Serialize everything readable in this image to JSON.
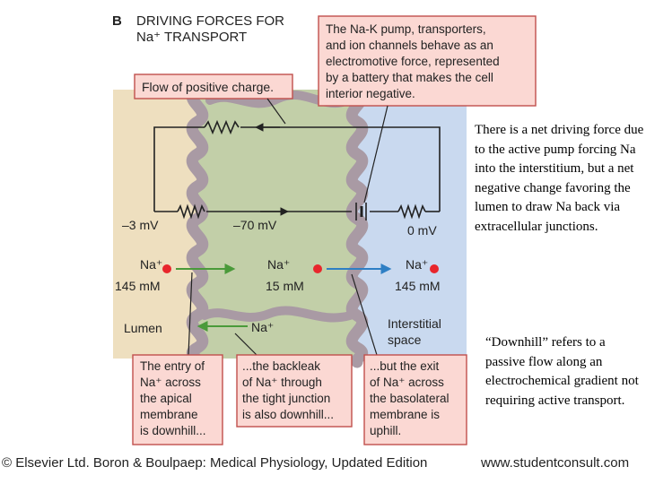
{
  "figure": {
    "panel_letter": "B",
    "title_line1": "DRIVING FORCES FOR",
    "title_line2": "Na⁺ TRANSPORT",
    "callout_battery": [
      "The Na-K pump, transporters,",
      "and ion channels behave as an",
      "electromotive force, represented",
      "by a battery that makes the cell",
      "interior negative."
    ],
    "callout_flow": "Flow of positive charge.",
    "potentials": {
      "lumen": "–3 mV",
      "cell": "–70 mV",
      "interstitium": "0 mV"
    },
    "concentrations": {
      "lumen": "145 mM",
      "cell": "15 mM",
      "interstitium": "145 mM"
    },
    "ion_label": "Na⁺",
    "compartments": {
      "lumen": "Lumen",
      "interstitial": [
        "Interstitial",
        "space"
      ]
    },
    "callout_entry": [
      "The entry of",
      "Na⁺ across",
      "the apical",
      "membrane",
      "is downhill..."
    ],
    "callout_backleak": [
      "...the backleak",
      "of Na⁺ through",
      "the tight junction",
      "is also downhill..."
    ],
    "callout_exit": [
      "...but the exit",
      "of Na⁺ across",
      "the basolateral",
      "membrane is",
      "uphill."
    ],
    "colors": {
      "lumen": "#eedfbf",
      "cell": "#c2cfa8",
      "interstitium": "#c9d9ef",
      "membrane": "#a99aa4",
      "callout_fill": "#fbd8d3",
      "callout_border": "#c0504d",
      "ion": "#e8262c",
      "arrow_green": "#4a9a3a",
      "arrow_blue": "#2e7fc4"
    }
  },
  "notes": {
    "net_force": "There is a net driving force due to the active pump forcing Na into the interstitium, but a net negative change favoring the lumen to draw Na back via extracellular junctions.",
    "downhill": "“Downhill” refers to a passive flow along an electrochemical gradient not requiring active transport."
  },
  "footer": {
    "credit": "© Elsevier Ltd. Boron & Boulpaep: Medical Physiology, Updated Edition",
    "source": "www.studentconsult.com"
  }
}
